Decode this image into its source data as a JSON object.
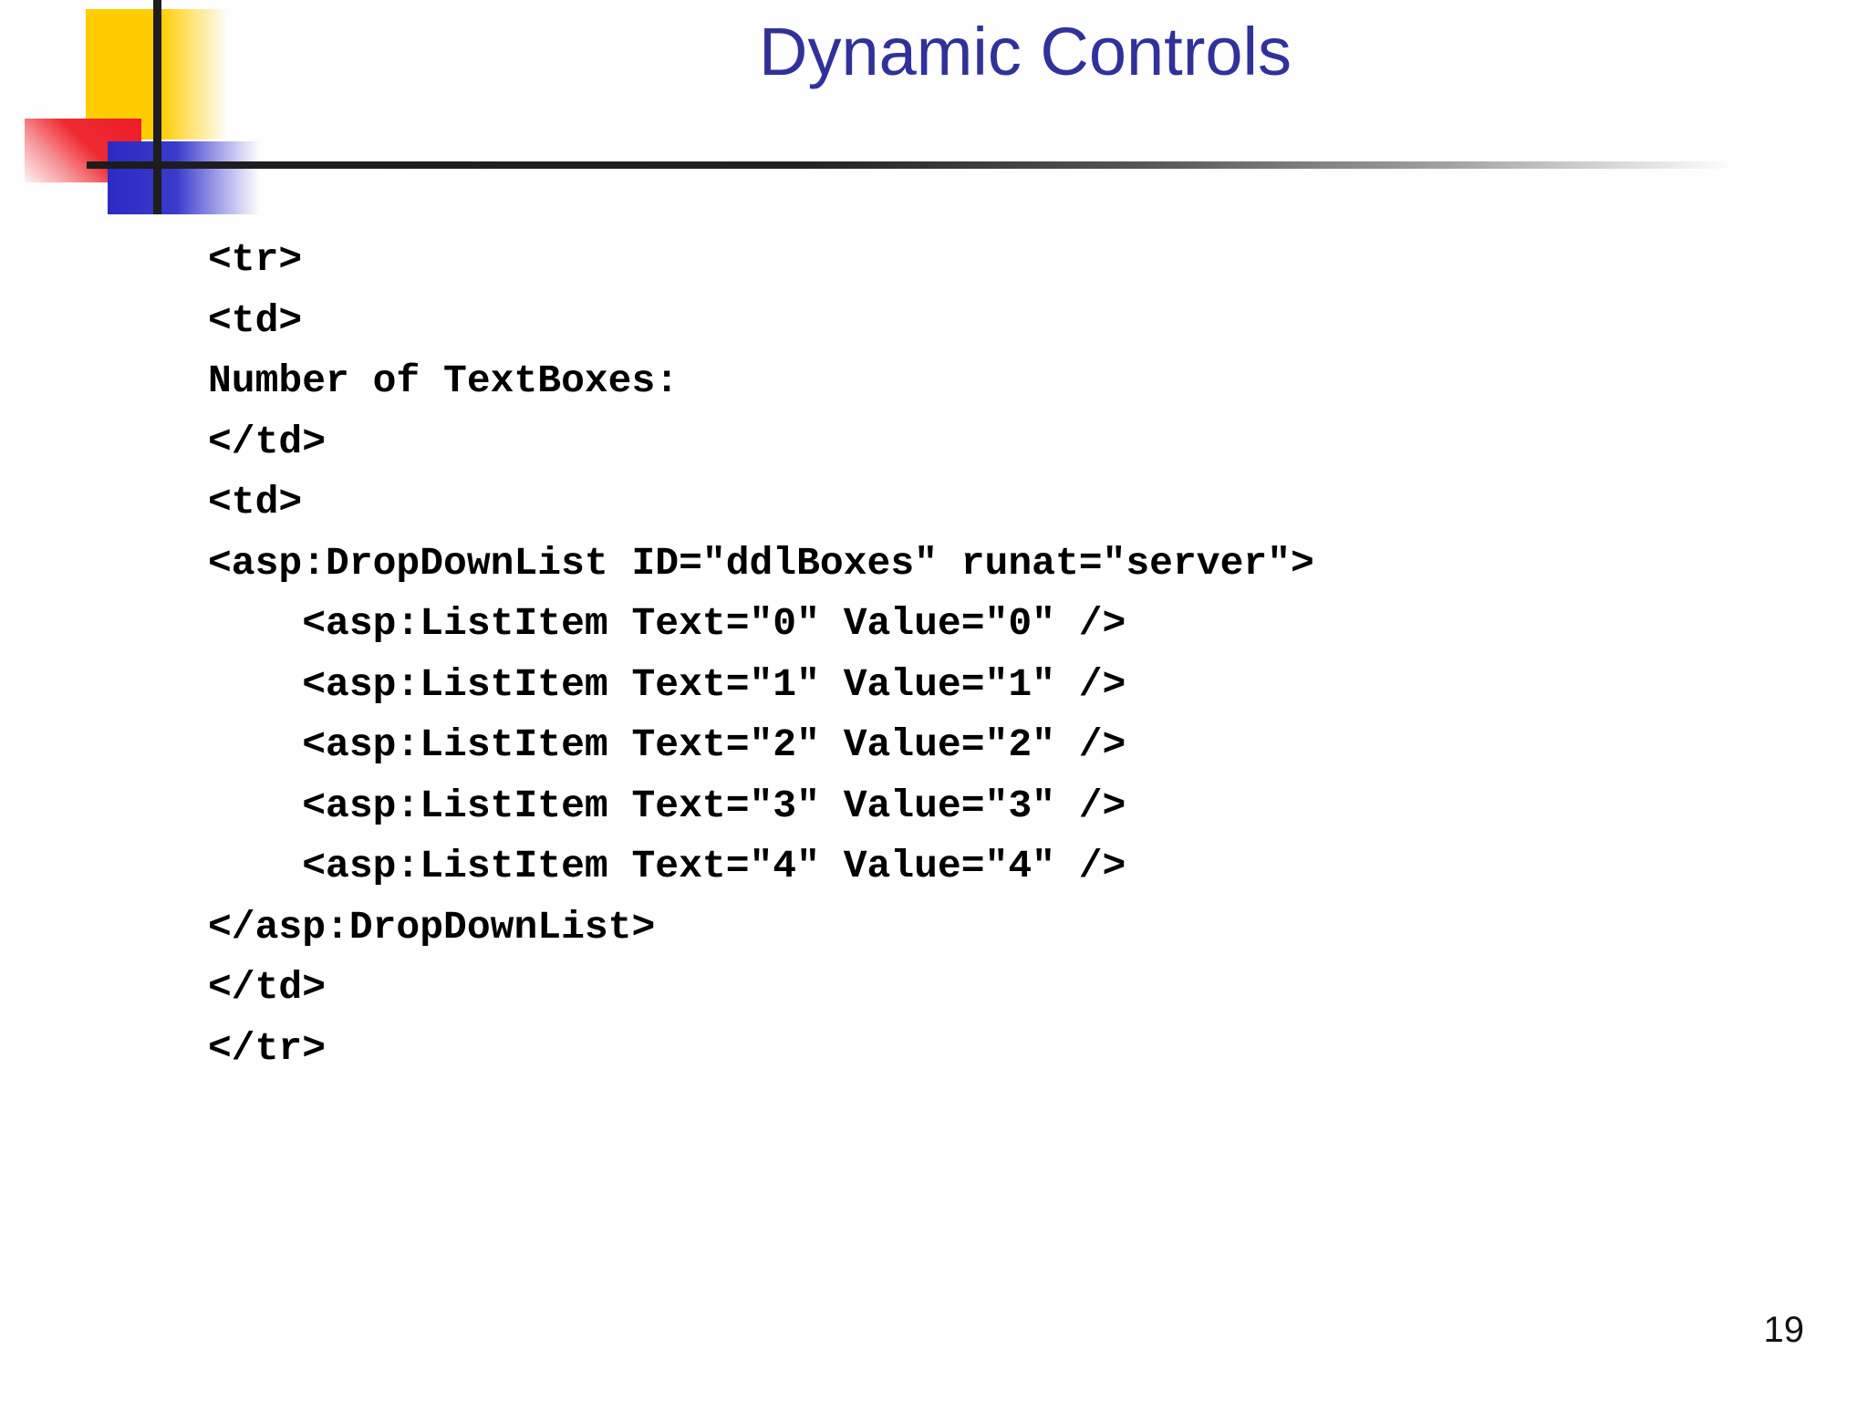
{
  "slide": {
    "title": "Dynamic Controls",
    "page_number": "19"
  },
  "logo": {
    "yellow_square_color": "#FFCC00",
    "red_square_color": "#EE1C25",
    "blue_square_color": "#3333CC",
    "crosshair_line_color": "#1E1E1E"
  },
  "theme": {
    "title_color": "#31319B",
    "code_color": "#000000",
    "background_color": "#FFFFFF"
  },
  "code": {
    "lines": [
      "<tr>",
      "<td>",
      "Number of TextBoxes:",
      "</td>",
      "<td>",
      "<asp:DropDownList ID=\"ddlBoxes\" runat=\"server\">",
      "    <asp:ListItem Text=\"0\" Value=\"0\" />",
      "    <asp:ListItem Text=\"1\" Value=\"1\" />",
      "    <asp:ListItem Text=\"2\" Value=\"2\" />",
      "    <asp:ListItem Text=\"3\" Value=\"3\" />",
      "    <asp:ListItem Text=\"4\" Value=\"4\" />",
      "</asp:DropDownList>",
      "</td>",
      "</tr>"
    ]
  }
}
